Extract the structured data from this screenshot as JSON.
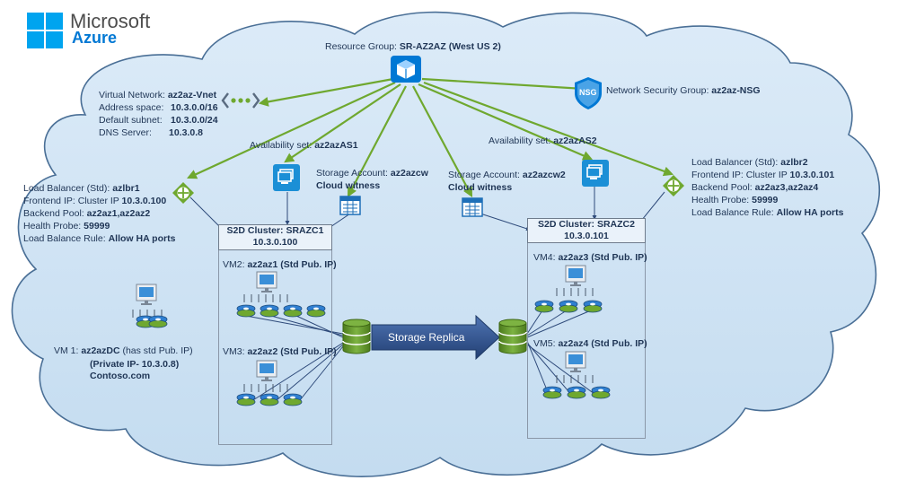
{
  "logo": {
    "word1": "Microsoft",
    "word2": "Azure"
  },
  "resource_group": {
    "label": "Resource Group:",
    "value": "SR-AZ2AZ (West US 2)"
  },
  "vnet": {
    "rows": [
      {
        "label": "Virtual Network:",
        "value": "az2az-Vnet"
      },
      {
        "label": "Address space:",
        "value": "10.3.0.0/16"
      },
      {
        "label": "Default subnet:",
        "value": "10.3.0.0/24"
      },
      {
        "label": "DNS Server:",
        "value": "10.3.0.8"
      }
    ]
  },
  "nsg": {
    "icon_text": "NSG",
    "label": "Network Security Group:",
    "value": "az2az-NSG"
  },
  "avset1": {
    "label": "Availability set:",
    "value": "az2azAS1"
  },
  "avset2": {
    "label": "Availability set:",
    "value": "az2azAS2"
  },
  "storage1": {
    "label": "Storage Account:",
    "value": "az2azcw",
    "line2": "Cloud witness"
  },
  "storage2": {
    "label": "Storage Account:",
    "value": "az2azcw2",
    "line2": "Cloud witness"
  },
  "lb1": {
    "rows": [
      {
        "label": "Load Balancer (Std):",
        "value": "azlbr1"
      },
      {
        "label": "Frontend IP: Cluster IP",
        "value": "10.3.0.100"
      },
      {
        "label": "Backend Pool:",
        "value": "az2az1,az2az2"
      },
      {
        "label": "Health Probe:",
        "value": "59999"
      },
      {
        "label": "Load Balance Rule:",
        "value": "Allow HA ports"
      }
    ]
  },
  "lb2": {
    "rows": [
      {
        "label": "Load Balancer (Std):",
        "value": "azlbr2"
      },
      {
        "label": "Frontend IP: Cluster IP",
        "value": "10.3.0.101"
      },
      {
        "label": "Backend Pool:",
        "value": "az2az3,az2az4"
      },
      {
        "label": "Health Probe:",
        "value": "59999"
      },
      {
        "label": "Load Balance Rule:",
        "value": "Allow HA ports"
      }
    ]
  },
  "cluster1": {
    "line1": "S2D Cluster: SRAZC1",
    "line2": "10.3.0.100"
  },
  "cluster2": {
    "line1": "S2D Cluster: SRAZC2",
    "line2": "10.3.0.101"
  },
  "vm2": {
    "label": "VM2:",
    "value": "az2az1 (Std Pub. IP)"
  },
  "vm3": {
    "label": "VM3:",
    "value": "az2az2 (Std Pub. IP)"
  },
  "vm4": {
    "label": "VM4:",
    "value": "az2az3 (Std Pub. IP)"
  },
  "vm5": {
    "label": "VM5:",
    "value": "az2az4 (Std Pub. IP)"
  },
  "vm1": {
    "line1_label": "VM 1:",
    "line1_value": "az2azDC",
    "line1_tail": "(has std Pub. IP)",
    "line2": "(Private IP- 10.3.0.8)",
    "line3": "Contoso.com"
  },
  "storage_replica": {
    "label": "Storage Replica"
  },
  "colors": {
    "cloud_fill": "#cfe3f4",
    "cloud_stroke": "#4a6f96",
    "connector": "#6fa82f",
    "azure_blue": "#0078d4",
    "db_green": "#5b8f23",
    "replica_arrow": "#2e5597"
  },
  "icons": [
    "resource-group-icon",
    "vnet-icon",
    "nsg-shield-icon",
    "load-balancer-icon",
    "availability-set-icon",
    "storage-account-icon",
    "vm-icon",
    "disk-icon",
    "database-icon"
  ]
}
